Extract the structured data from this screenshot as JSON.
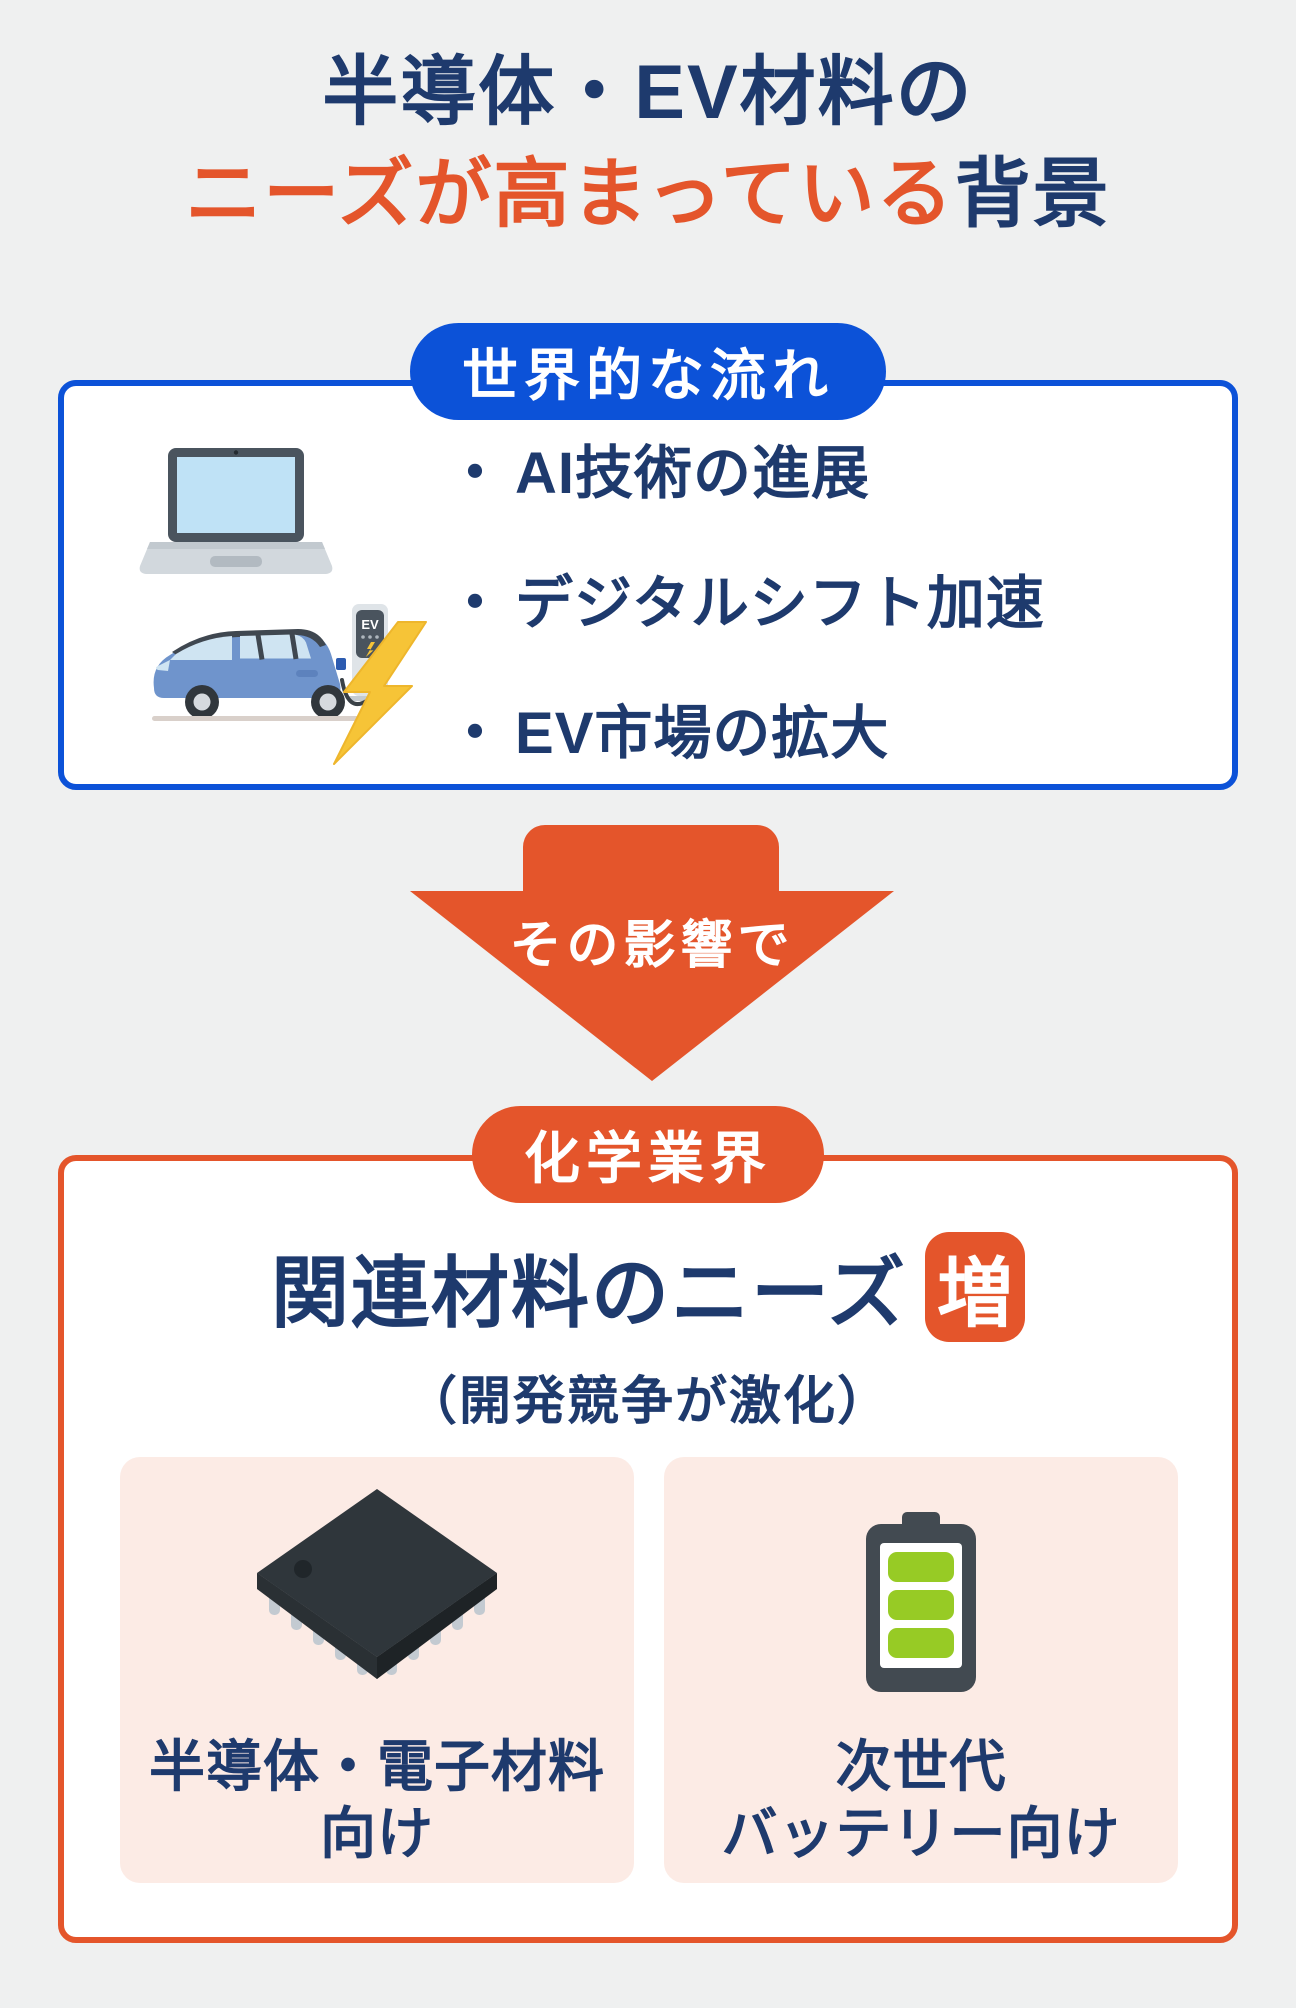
{
  "title": {
    "line1": "半導体・EV材料の",
    "line2_highlight": "ニーズが高まっている",
    "line2_rest": "背景"
  },
  "global_section": {
    "badge": "世界的な流れ",
    "bullet_prefix": "・",
    "bullets": [
      "AI技術の進展",
      "デジタルシフト加速",
      "EV市場の拡大"
    ],
    "ev_station_label": "EV"
  },
  "arrow": {
    "label": "その影響で"
  },
  "chemical_section": {
    "badge": "化学業界",
    "headline": "関連材料のニーズ",
    "headline_badge": "増",
    "subline": "（開発競争が激化）",
    "cards": [
      {
        "icon": "chip-icon",
        "label_line1": "半導体・電子材料",
        "label_line2": "向け"
      },
      {
        "icon": "battery-icon",
        "label_line1": "次世代",
        "label_line2": "バッテリー向け"
      }
    ]
  },
  "colors": {
    "bg": "#eff0f0",
    "navy": "#1e3a6d",
    "orange": "#e4552b",
    "blue": "#0c52d8",
    "pink": "#fcebe5",
    "green": "#97cb25"
  }
}
